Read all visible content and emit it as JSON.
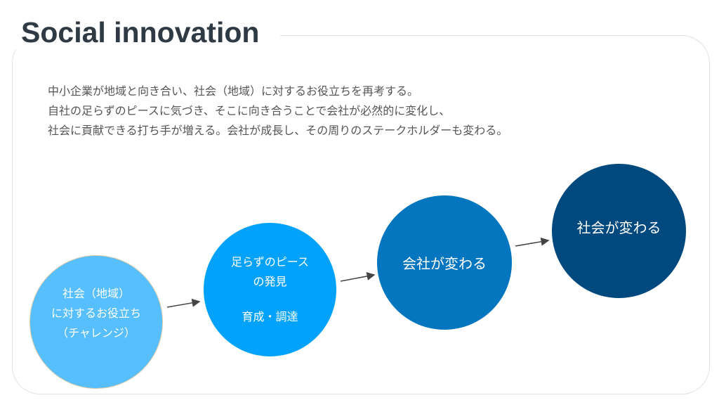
{
  "title": "Social innovation",
  "description": [
    "中小企業が地域と向き合い、社会（地域）に対するお役立ちを再考する。",
    "自社の足らずのピースに気づき、そこに向き合うことで会社が必然的に変化し、",
    "社会に貢献できる打ち手が増える。会社が成長し、その周りのステークホルダーも変わる。"
  ],
  "steps": [
    {
      "lines": [
        "社会（地域）",
        "に対するお役立ち",
        "（チャレンジ）"
      ],
      "color": "#57bffd"
    },
    {
      "lines": [
        "足らずのピース",
        "の発見",
        "育成・調達"
      ],
      "color": "#02a2fb"
    },
    {
      "lines": [
        "会社が変わる"
      ],
      "color": "#0476bf"
    },
    {
      "lines": [
        "社会が変わる"
      ],
      "color": "#00497f"
    }
  ]
}
